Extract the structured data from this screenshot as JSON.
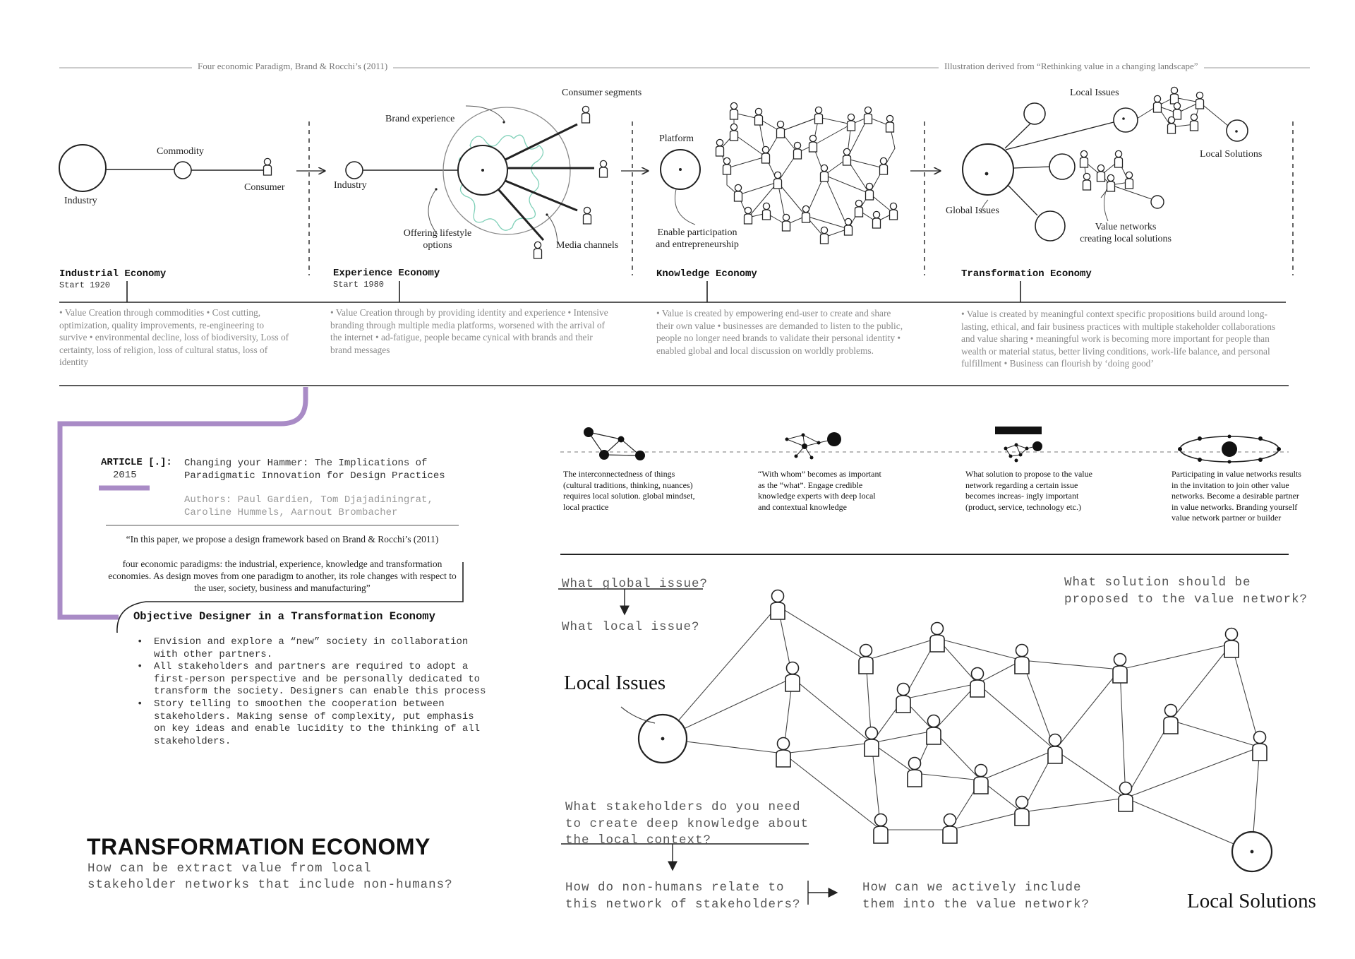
{
  "header": {
    "left": "Four economic Paradigm, Brand & Rocchi’s (2011)",
    "right": "Illustration derived from “Rethinking value in a changing landscape”"
  },
  "diagrams": {
    "industrial": {
      "commodity": "Commodity",
      "industry": "Industry",
      "consumer": "Consumer"
    },
    "experience": {
      "brand_experience": "Brand experience",
      "consumer_segments": "Consumer segments",
      "industry": "Industry",
      "offering": "Offering lifestyle\noptions",
      "media": "Media channels"
    },
    "knowledge": {
      "platform": "Platform",
      "enable": "Enable participation\nand entrepreneurship"
    },
    "transformation": {
      "local_issues": "Local Issues",
      "local_solutions": "Local Solutions",
      "global_issues": "Global Issues",
      "value_networks": "Value networks\ncreating local solutions"
    }
  },
  "economies": [
    {
      "title": "Industrial Economy",
      "start": "Start 1920",
      "desc": "•  Value Creation through commodities  •  Cost cutting, optimization, quality improvements, re-engineering to survive  •  environmental decline, loss of biodiversity,  Loss of certainty, loss of religion, loss of cultural status, loss of identity"
    },
    {
      "title": "Experience Economy",
      "start": "Start 1980",
      "desc": "•  Value Creation through by providing identity and experience  •  Intensive branding through multiple media platforms, worsened with the arrival of the internet   •  ad-fatigue, people became cynical with brands and their brand messages"
    },
    {
      "title": "Knowledge Economy",
      "start": "",
      "desc": "•  Value is created by empowering end-user to create and share their own value  •  businesses are demanded to listen to the public,  people no longer  need  brands to validate their personal identity  •  enabled global and local discussion on worldly problems."
    },
    {
      "title": "Transformation Economy",
      "start": "",
      "desc": "•  Value is created by meaningful context specific propositions build around long-lasting, ethical, and fair business practices with multiple stakeholder collaborations and value sharing  •  meaningful work is becoming more important for people than wealth or material status, better living conditions, work-life balance, and personal fulfillment  •  Business can flourish by ‘doing good’"
    }
  ],
  "article": {
    "key": "ARTICLE [.]:",
    "year": "2015",
    "title": "Changing your Hammer: The Implications of Paradigmatic Innovation for Design Practices",
    "authors": "Authors: Paul Gardien, Tom Djajadiningrat, Caroline Hummels, Aarnout Brombacher",
    "quote1": "“In this paper, we propose a design framework based on Brand & Rocchi’s (2011)",
    "quote2": "four economic paradigms: the industrial, experience, knowledge and transformation economies. As design moves from one paradigm to another, its role changes with respect to the user, society, business and manufacturing”"
  },
  "objective": {
    "title": "Objective Designer in a Transformation Economy",
    "items": [
      "Envision and explore a “new” society in collaboration with other partners.",
      "All stakeholders and partners are required to adopt a first-person perspective and be personally dedicated to transform the society. Designers can enable this process",
      "Story telling to smoothen the cooperation between stakeholders. Making sense of complexity, put emphasis on key ideas and enable lucidity to the thinking of all stakeholders."
    ]
  },
  "principles": [
    "The interconnectedness of things (cultural traditions, thinking, nuances) requires local solution. global mindset, local practice",
    "“With whom” becomes as important as the “what”.  Engage credible knowledge experts with deep local and contextual knowledge",
    "What solution to propose to the value network regarding a certain issue becomes increas- ingly important (product, service, technology etc.)",
    "Participating in value networks results in the invitation to join other value networks. Become a desirable partner in value networks. Branding yourself value network partner or builder"
  ],
  "network": {
    "q_global": "What global issue?",
    "q_local": "What local issue?",
    "q_solution": "What solution should be\nproposed to the value network?",
    "local_issues": "Local Issues",
    "local_solutions": "Local Solutions",
    "q_stakeholders": "What stakeholders do you need\nto create deep knowledge about\nthe local context?",
    "q_nonhumans": "How do non-humans relate to\nthis network of stakeholders?",
    "q_include": "How can we actively include\nthem into the value network?"
  },
  "footer": {
    "title": "TRANSFORMATION ECONOMY",
    "subtitle": "How can be extract value from local\nstakeholder networks that include non-humans?"
  },
  "colors": {
    "accent_purple": "#a98bc6",
    "squiggle_green": "#7fd0b8",
    "line": "#222222",
    "muted_text": "#8a8a8a"
  }
}
